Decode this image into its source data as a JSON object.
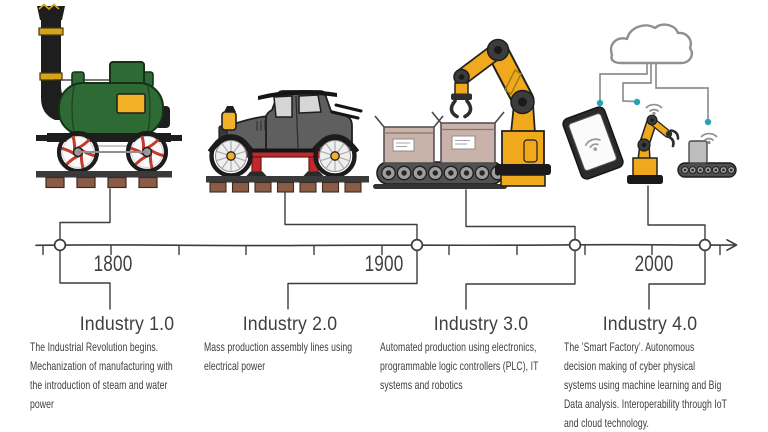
{
  "infographic": {
    "timeline": {
      "years": [
        "1800",
        "1900",
        "2000"
      ],
      "direction": "left-to-right-arrow"
    },
    "eras": [
      {
        "title": "Industry 1.0",
        "description": "The Industrial Revolution begins. Mechanization of manufacturing with the introduction of steam and water power",
        "icon": "steam-locomotive-icon"
      },
      {
        "title": "Industry 2.0",
        "description": "Mass production assembly lines using electrical power",
        "icon": "vintage-car-assembly-icon"
      },
      {
        "title": "Industry 3.0",
        "description": "Automated production using electronics, programmable logic controllers (PLC), IT systems and robotics",
        "icon": "robot-arm-conveyor-icon"
      },
      {
        "title": "Industry 4.0",
        "description": "The ’Smart Factory’. Autonomous decision making of cyber physical systems using machine learning and Big Data analysis. Interoperability through IoT and cloud technology.",
        "icon": "cloud-iot-network-icon"
      }
    ],
    "colors": {
      "line": "#3d3d3d",
      "text": "#3c3c3c",
      "locomotive_green": "#2d6a34",
      "accent_yellow": "#f2b127",
      "robot_yellow": "#f0a91c",
      "wheel_red": "#c23b2e",
      "sleeper_brown": "#8a5b47",
      "box_tan": "#c9b2aa",
      "stand_red": "#c0282d",
      "wire_gray": "#8f8f8f",
      "iot_teal": "#29a3b1"
    }
  }
}
